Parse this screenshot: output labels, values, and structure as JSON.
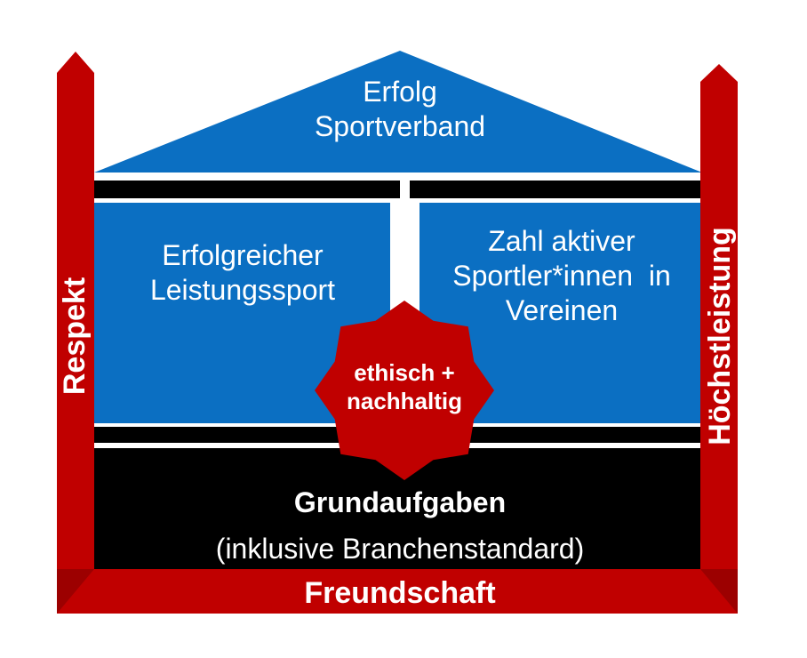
{
  "roof": {
    "line1": "Erfolg",
    "line2": "Sportverband"
  },
  "pillar_left": {
    "line1": "Erfolgreicher",
    "line2": "Leistungssport"
  },
  "pillar_right": {
    "line1": "Zahl aktiver",
    "line2": "Sportler*innen  in",
    "line3": "Vereinen"
  },
  "star": {
    "line1": "ethisch +",
    "line2": "nachhaltig"
  },
  "base": {
    "title": "Grundaufgaben",
    "subtitle": "(inklusive Branchenstandard)"
  },
  "frame": {
    "left": "Respekt",
    "right": "Höchstleistung",
    "bottom": "Freundschaft"
  },
  "colors": {
    "blue": "#0b6fc2",
    "red": "#c00000",
    "black": "#000000",
    "white": "#ffffff"
  }
}
